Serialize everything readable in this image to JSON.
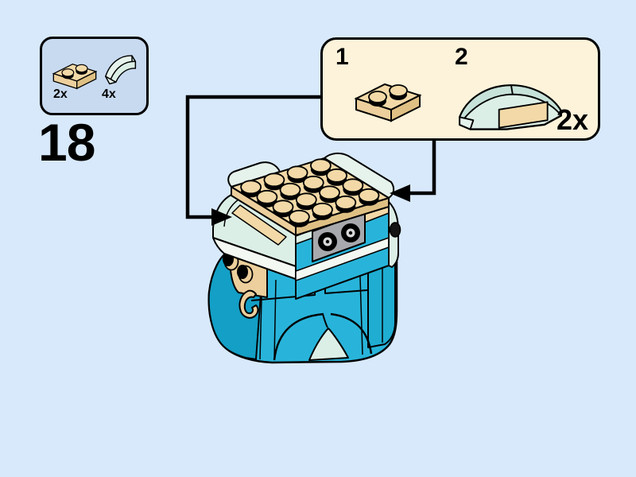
{
  "colors": {
    "bg": "#d8e9fb",
    "panel-blue": "#c8daf0",
    "cream": "#fdf3da",
    "outline": "#000000",
    "tan-light": "#f2d9a7",
    "tan-mid": "#eccf9c",
    "tan-dark": "#dfc084",
    "mint-light": "#e6f3ec",
    "mint-mid": "#dcefe6",
    "mint-dark": "#c6e2d9",
    "azure": "#28b4da",
    "azure-mid": "#1fadd2",
    "azure-dark": "#139fc6",
    "gray": "#a7a9ad",
    "ivory": "#f4f8f2"
  },
  "step": {
    "number": "18"
  },
  "parts_box": {
    "items": [
      {
        "part_icon": "plate-1x2-tan-icon",
        "count_label": "2x"
      },
      {
        "part_icon": "curved-slope-1x2-aqua-icon",
        "count_label": "4x"
      }
    ]
  },
  "substeps": {
    "steps": [
      {
        "label": "1",
        "part_icon": "plate-1x2-tan-icon"
      },
      {
        "label": "2",
        "part_icon": "curved-slope-pair-on-plate-icon"
      }
    ],
    "count_label": "2x"
  },
  "illustration": {
    "name": "brickheadz-figure-model"
  }
}
